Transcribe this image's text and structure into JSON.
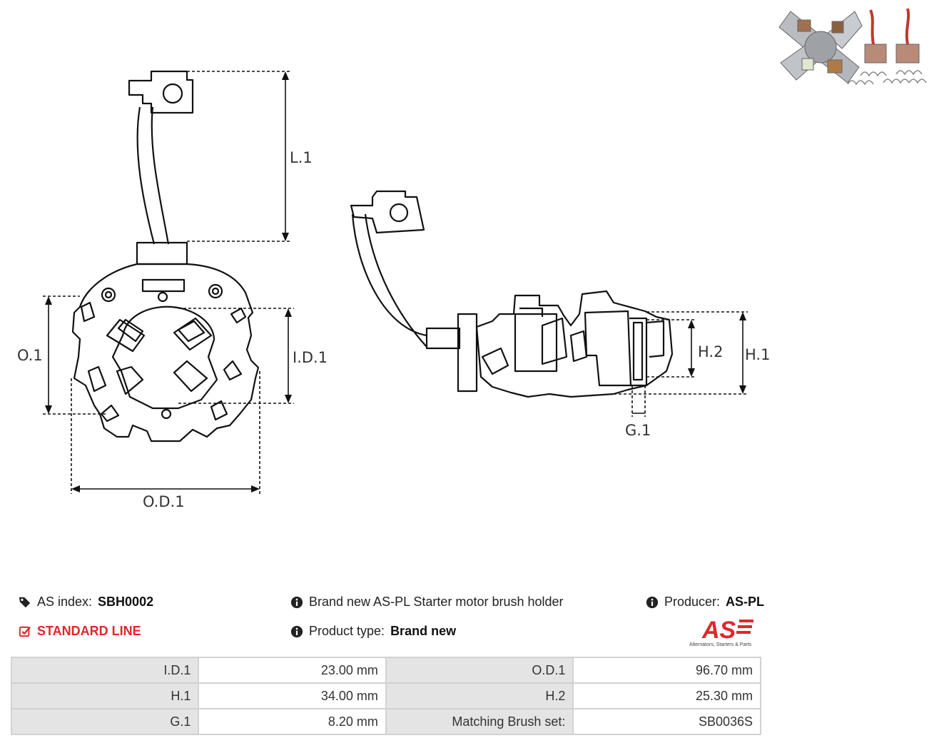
{
  "drawing": {
    "labels": {
      "l1": "L.1",
      "o1": "O.1",
      "id1": "I.D.1",
      "od1": "O.D.1",
      "h1": "H.1",
      "h2": "H.2",
      "g1": "G.1"
    }
  },
  "info": {
    "as_index_label": "AS index:",
    "as_index_value": "SBH0002",
    "standard_line": "STANDARD LINE",
    "description": "Brand new AS-PL Starter motor brush holder",
    "product_type_label": "Product type:",
    "product_type_value": "Brand new",
    "producer_label": "Producer:",
    "producer_value": "AS-PL",
    "logo_text": "AS",
    "logo_tagline": "Alternators, Starters & Parts"
  },
  "colors": {
    "brand_red": "#e3262a",
    "table_label_bg": "#e4e4e4",
    "table_border": "#d2d2d2"
  },
  "icons": [
    "tags-icon",
    "checkbox-icon",
    "info-icon"
  ],
  "specs": [
    {
      "l1": "I.D.1",
      "v1": "23.00 mm",
      "l2": "O.D.1",
      "v2": "96.70 mm"
    },
    {
      "l1": "H.1",
      "v1": "34.00 mm",
      "l2": "H.2",
      "v2": "25.30 mm"
    },
    {
      "l1": "G.1",
      "v1": "8.20 mm",
      "l2": "Matching Brush set:",
      "v2": "SB0036S"
    }
  ]
}
